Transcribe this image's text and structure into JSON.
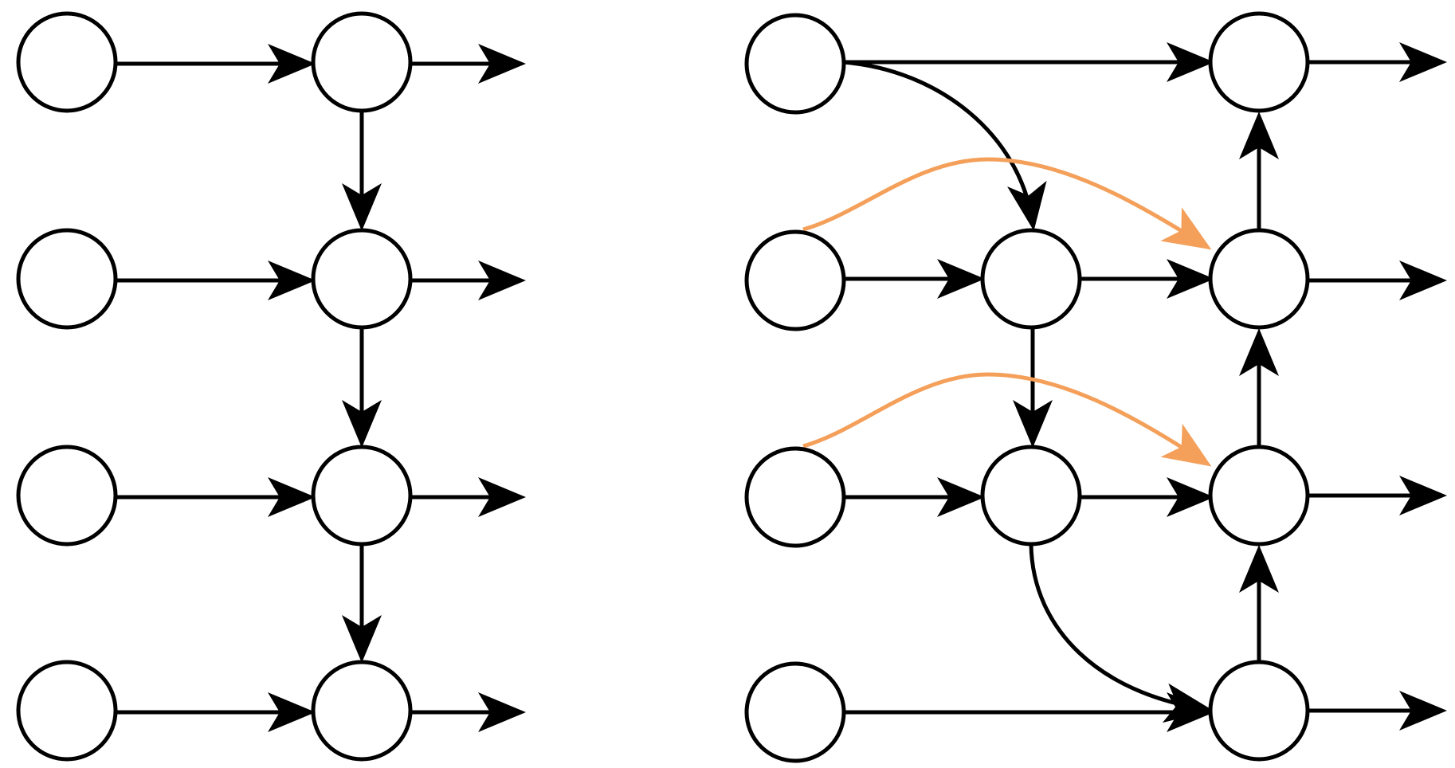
{
  "colors": {
    "stroke": "#000000",
    "node_fill": "#ffffff",
    "accent": "#f4a05a"
  },
  "diagrams": [
    {
      "id": "left",
      "description_kind": "directed-graph",
      "nodes": [
        "a1",
        "a2",
        "a3",
        "a4",
        "b1",
        "b2",
        "b3",
        "b4"
      ],
      "edges": [
        {
          "from": "a1",
          "to": "b1"
        },
        {
          "from": "a2",
          "to": "b2"
        },
        {
          "from": "a3",
          "to": "b3"
        },
        {
          "from": "a4",
          "to": "b4"
        },
        {
          "from": "b1",
          "to": "b2"
        },
        {
          "from": "b2",
          "to": "b3"
        },
        {
          "from": "b3",
          "to": "b4"
        },
        {
          "from": "b1",
          "to": "out"
        },
        {
          "from": "b2",
          "to": "out"
        },
        {
          "from": "b3",
          "to": "out"
        },
        {
          "from": "b4",
          "to": "out"
        }
      ]
    },
    {
      "id": "right",
      "description_kind": "directed-graph",
      "nodes": [
        "c1",
        "c2",
        "c3",
        "c4",
        "d2",
        "d3",
        "e1",
        "e2",
        "e3",
        "e4"
      ],
      "edges": [
        {
          "from": "c1",
          "to": "e1"
        },
        {
          "from": "c1",
          "to": "d2",
          "curved": true
        },
        {
          "from": "c2",
          "to": "d2"
        },
        {
          "from": "d2",
          "to": "e2"
        },
        {
          "from": "d2",
          "to": "d3"
        },
        {
          "from": "c3",
          "to": "d3"
        },
        {
          "from": "d3",
          "to": "e3"
        },
        {
          "from": "d3",
          "to": "e4",
          "curved": true
        },
        {
          "from": "c4",
          "to": "e4"
        },
        {
          "from": "e4",
          "to": "e3"
        },
        {
          "from": "e3",
          "to": "e2"
        },
        {
          "from": "e2",
          "to": "e1"
        },
        {
          "from": "c2",
          "to": "e2",
          "accent": true
        },
        {
          "from": "c3",
          "to": "e3",
          "accent": true
        },
        {
          "from": "e1",
          "to": "out"
        },
        {
          "from": "e2",
          "to": "out"
        },
        {
          "from": "e3",
          "to": "out"
        },
        {
          "from": "e4",
          "to": "out"
        }
      ]
    }
  ]
}
